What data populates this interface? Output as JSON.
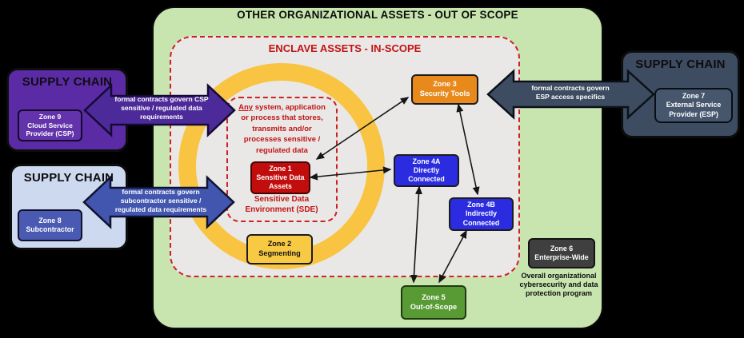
{
  "title": "OTHER ORGANIZATIONAL ASSETS - OUT OF SCOPE",
  "enclave": {
    "title": "ENCLAVE ASSETS - IN-SCOPE",
    "note_emphasis": "Any",
    "note_rest": " system, application\nor process that stores,\ntransmits and/or\nprocesses sensitive /\nregulated data",
    "sde_label": "Sensitive Data\nEnvironment (SDE)"
  },
  "zones": {
    "zone1": {
      "label": "Zone 1\nSensitive Data\nAssets"
    },
    "zone2": {
      "label": "Zone 2\nSegmenting"
    },
    "zone3": {
      "label": "Zone 3\nSecurity Tools"
    },
    "zone4a": {
      "label": "Zone 4A\nDirectly\nConnected"
    },
    "zone4b": {
      "label": "Zone 4B\nIndirectly\nConnected"
    },
    "zone5": {
      "label": "Zone 5\nOut-of-Scope"
    },
    "zone6": {
      "label": "Zone 6\nEnterprise-Wide",
      "caption": "Overall organizational\ncybersecurity and data\nprotection program"
    },
    "zone7": {
      "label": "Zone 7\nExternal Service\nProvider (ESP)"
    },
    "zone8": {
      "label": "Zone 8\nSubcontractor"
    },
    "zone9": {
      "label": "Zone 9\nCloud Service\nProvider (CSP)"
    }
  },
  "supply_chains": {
    "csp": {
      "title": "SUPPLY CHAIN",
      "arrow_label": "formal contracts govern CSP\nsensitive / regulated data\nrequirements"
    },
    "subcontractor": {
      "title": "SUPPLY CHAIN",
      "arrow_label": "formal contracts govern\nsubcontractor sensitive /\nregulated data requirements"
    },
    "esp": {
      "title": "SUPPLY CHAIN",
      "arrow_label": "formal contracts govern\nESP access specifics"
    }
  },
  "colors": {
    "background": "#000000",
    "out_of_scope_green": "#c8e5b0",
    "enclave_gray": "#e9e8e7",
    "dashed_border_red": "#cc2222",
    "ring_yellow": "#f9c441",
    "zone1_red": "#c20d0d",
    "zone2_yellow": "#f8c943",
    "zone3_orange": "#e8891c",
    "zone4_blue": "#2b2be0",
    "zone5_green": "#589b35",
    "zone6_gray": "#3f3f3f",
    "csp_purple": "#5b2ba6",
    "subcontractor_blue": "#4a5ab2",
    "esp_slate": "#3d4c61"
  }
}
